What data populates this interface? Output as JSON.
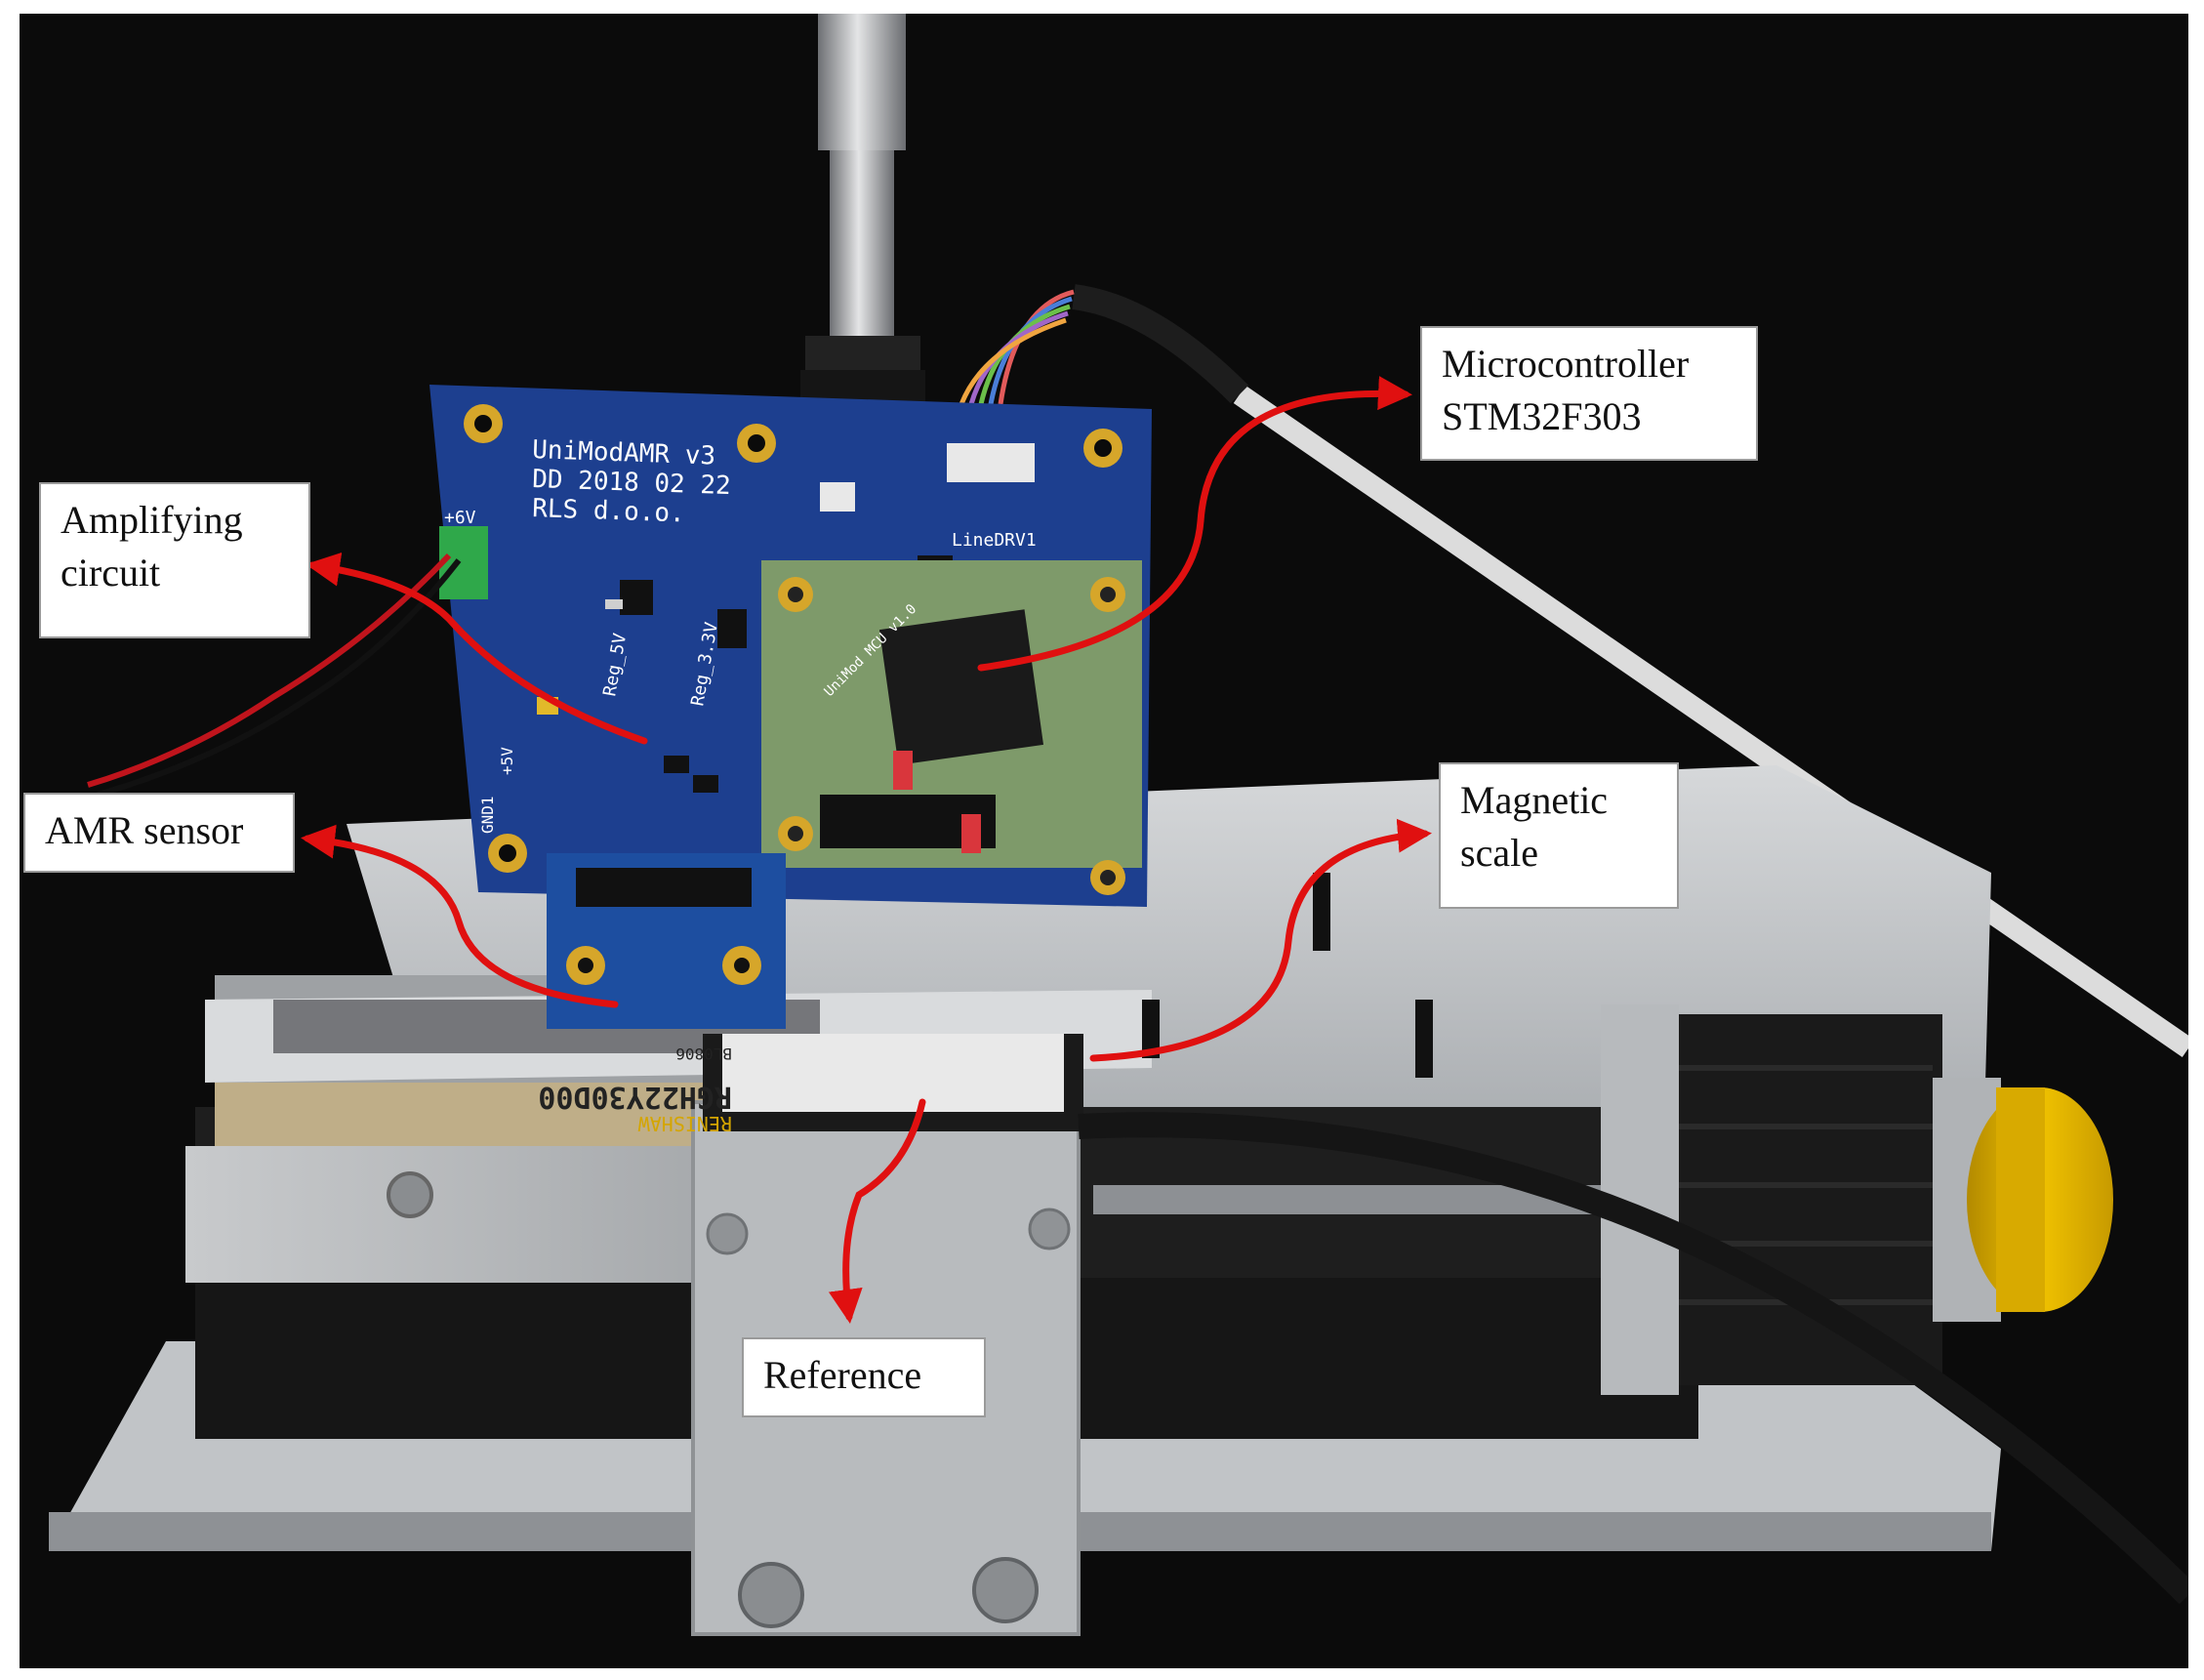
{
  "labels": {
    "microcontroller": {
      "line1": "Microcontroller",
      "line2": "STM32F303"
    },
    "amplifying": {
      "line1": "Amplifying",
      "line2": "circuit"
    },
    "amr_sensor": {
      "line1": "AMR sensor"
    },
    "magnetic_scale": {
      "line1": "Magnetic",
      "line2": "scale"
    },
    "reference": {
      "line1": "Reference"
    }
  },
  "pcb_text": {
    "board_name": "UniModAMR v3",
    "board_date": "DD 2018 02 22",
    "board_maker": "RLS d.o.o.",
    "power_label": "+6V",
    "reg5": "Reg_5V",
    "reg33": "Reg_3.3V",
    "line_driver": "LineDRV1",
    "mcu_board": "UniMod MCU v1.0",
    "plus5v": "+5V",
    "gnd1": "GND1"
  },
  "scale_head_text": {
    "brand": "RENISHAW",
    "part_number": "RGH22Y30D00",
    "serial": "BL0806"
  },
  "colors": {
    "background": "#0b0b0b",
    "pcb_blue": "#1d3f8f",
    "mcu_board_green": "#7e9a6a",
    "arrow_red": "#e01010",
    "aluminium": "#b9bcbf",
    "knob_yellow": "#e6b400",
    "connector_green": "#2fa84a"
  }
}
